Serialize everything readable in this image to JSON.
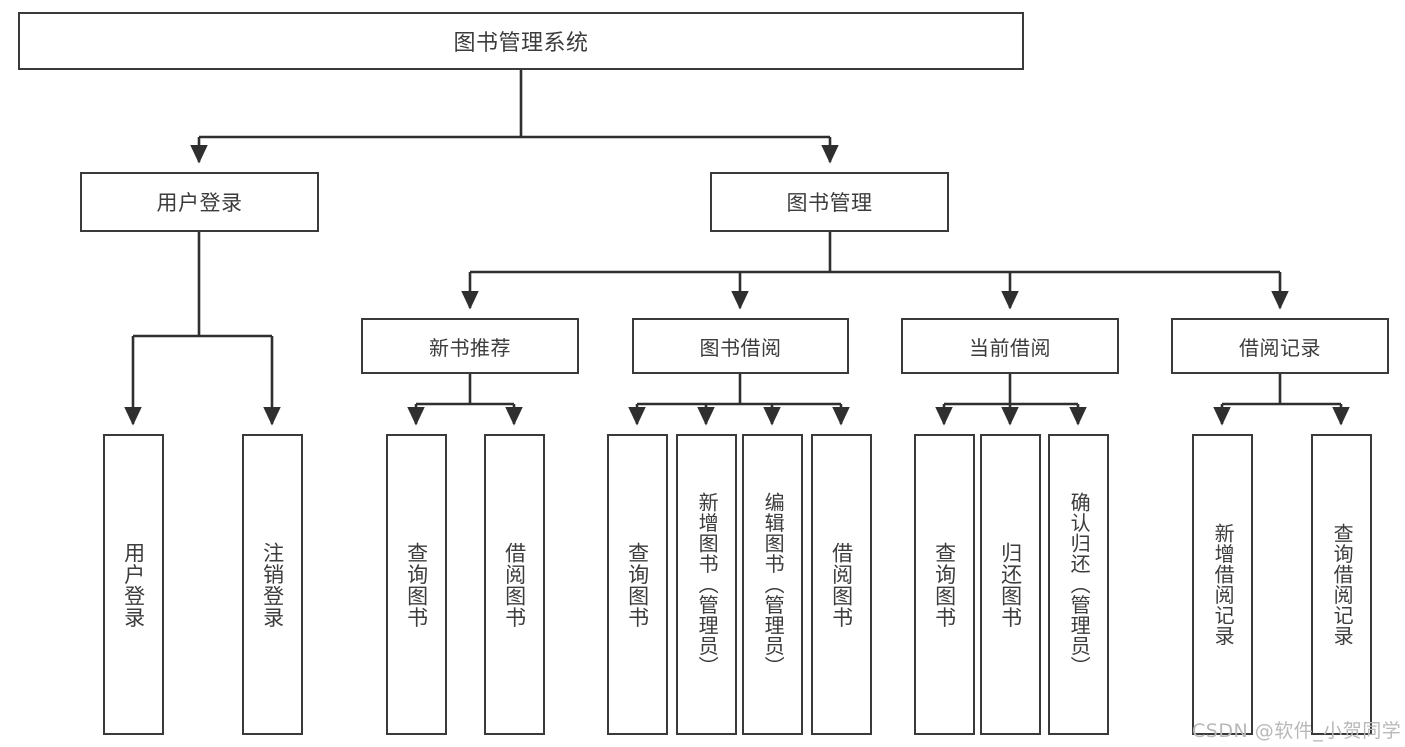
{
  "diagram": {
    "title": "图书管理系统",
    "type": "tree",
    "watermark": "CSDN @软件_小贺同学",
    "colors": {
      "border": "#3a3a3a",
      "text": "#3c3c3c",
      "edge": "#2f2f2f",
      "background": "#ffffff",
      "watermark": "#b9b9b9"
    },
    "nodes": {
      "root": {
        "label": "图书管理系统"
      },
      "level1": [
        {
          "id": "user-login",
          "label": "用户登录"
        },
        {
          "id": "book-manage",
          "label": "图书管理"
        }
      ],
      "level2": [
        {
          "id": "new-book-rec",
          "label": "新书推荐"
        },
        {
          "id": "book-borrow",
          "label": "图书借阅"
        },
        {
          "id": "current-borrow",
          "label": "当前借阅"
        },
        {
          "id": "borrow-record",
          "label": "借阅记录"
        }
      ],
      "leaves": {
        "user_login": [
          {
            "id": "leaf-user-login",
            "label": "用户登录"
          },
          {
            "id": "leaf-user-logout",
            "label": "注销登录"
          }
        ],
        "new_book_rec": [
          {
            "id": "leaf-query-book-1",
            "label": "查询图书"
          },
          {
            "id": "leaf-borrow-book-1",
            "label": "借阅图书"
          }
        ],
        "book_borrow": [
          {
            "id": "leaf-query-book-2",
            "label": "查询图书"
          },
          {
            "id": "leaf-add-book",
            "label": "新增图书（管理员）"
          },
          {
            "id": "leaf-edit-book",
            "label": "编辑图书（管理员）"
          },
          {
            "id": "leaf-borrow-book-2",
            "label": "借阅图书"
          }
        ],
        "current_borrow": [
          {
            "id": "leaf-query-book-3",
            "label": "查询图书"
          },
          {
            "id": "leaf-return-book",
            "label": "归还图书"
          },
          {
            "id": "leaf-confirm-return",
            "label": "确认归还（管理员）"
          }
        ],
        "borrow_record": [
          {
            "id": "leaf-add-record",
            "label": "新增借阅记录"
          },
          {
            "id": "leaf-query-record",
            "label": "查询借阅记录"
          }
        ]
      }
    }
  }
}
